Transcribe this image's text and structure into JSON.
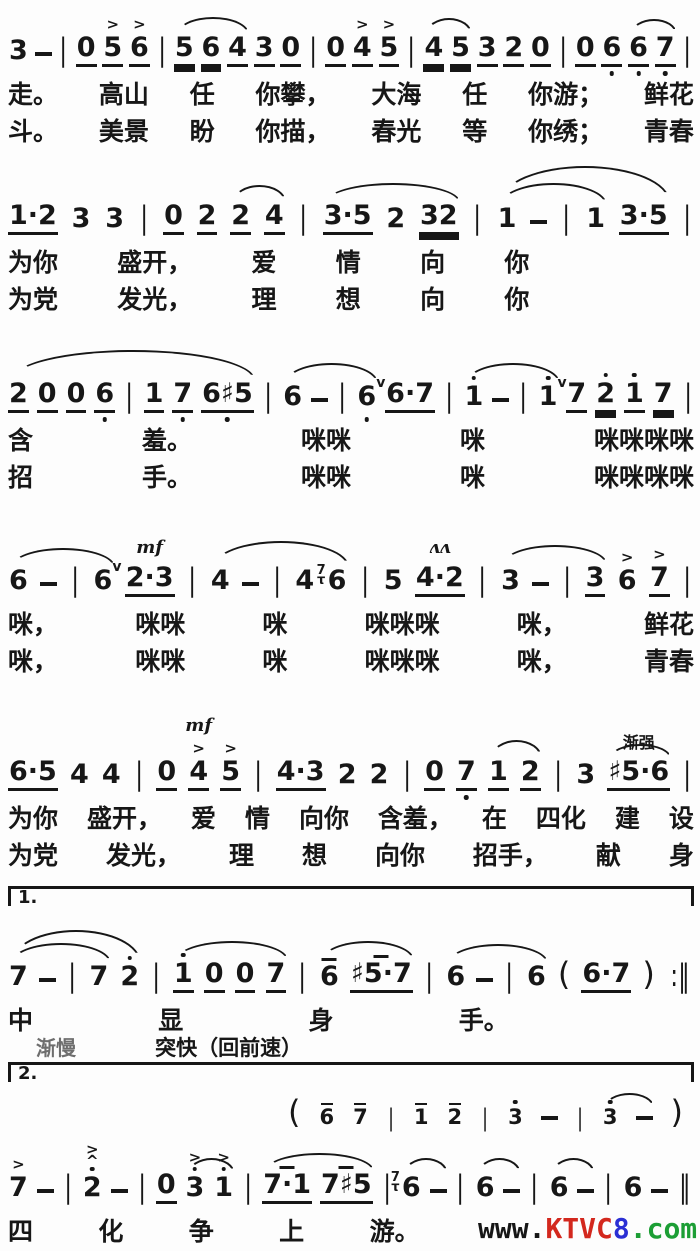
{
  "page": {
    "paper": "#fdfdfd",
    "ink": "#171717"
  },
  "tempo": {
    "slow": "渐慢",
    "fast": "突快（回前速）"
  },
  "watermark": {
    "parts": [
      {
        "text": "www.",
        "color": "#161616"
      },
      {
        "text": "KTVC",
        "color": "#d3281e"
      },
      {
        "text": "8",
        "color": "#2b2fd4"
      },
      {
        "text": ".com",
        "color": "#1c9e35"
      }
    ]
  },
  "systems": [
    {
      "notes": [
        {
          "t": "3"
        },
        {
          "t": "-"
        },
        {
          "t": "|"
        },
        {
          "t": "0",
          "u": 1
        },
        {
          "t": "5",
          "u": 1,
          "acc": 1
        },
        {
          "t": "6",
          "u": 1,
          "acc": 1
        },
        {
          "t": "|"
        },
        {
          "t": "5",
          "u": 2
        },
        {
          "t": "6",
          "u": 2
        },
        {
          "t": "4",
          "u": 1
        },
        {
          "t": "3",
          "u": 1
        },
        {
          "t": "0",
          "u": 1
        },
        {
          "t": "|"
        },
        {
          "t": "0",
          "u": 1
        },
        {
          "t": "4",
          "u": 1,
          "acc": 1
        },
        {
          "t": "5",
          "u": 1,
          "acc": 1
        },
        {
          "t": "|"
        },
        {
          "t": "4",
          "u": 2
        },
        {
          "t": "5",
          "u": 2
        },
        {
          "t": "3",
          "u": 1
        },
        {
          "t": "2",
          "u": 1
        },
        {
          "t": "0",
          "u": 1
        },
        {
          "t": "|"
        },
        {
          "t": "0",
          "u": 1
        },
        {
          "t": "6",
          "u": 1,
          "db": 1
        },
        {
          "t": "6",
          "u": 1,
          "db": 1
        },
        {
          "t": "7",
          "u": 1,
          "db": 1
        },
        {
          "t": "|"
        }
      ],
      "slurs": [
        {
          "s": 7,
          "e": 9,
          "h": 13
        },
        {
          "s": 17,
          "e": 18,
          "h": 12
        },
        {
          "s": 25,
          "e": 26,
          "h": 11
        }
      ],
      "lyrics": [
        [
          "走。",
          "高山",
          "任",
          "你攀，",
          "大海",
          "任",
          "你游；",
          "鲜花"
        ],
        [
          "斗。",
          "美景",
          "盼",
          "你描，",
          "春光",
          "等",
          "你绣；",
          "青春"
        ]
      ]
    },
    {
      "notes": [
        {
          "t": "1·2",
          "u": 1
        },
        {
          "t": "3"
        },
        {
          "t": "3"
        },
        {
          "t": "|"
        },
        {
          "t": "0",
          "u": 1
        },
        {
          "t": "2",
          "u": 1
        },
        {
          "t": "2",
          "u": 1
        },
        {
          "t": "4",
          "u": 1
        },
        {
          "t": "|"
        },
        {
          "t": "3·5",
          "u": 1
        },
        {
          "t": "2"
        },
        {
          "t": "32",
          "u": 2
        },
        {
          "t": "|"
        },
        {
          "t": "1"
        },
        {
          "t": "-"
        },
        {
          "t": "|"
        },
        {
          "t": "1"
        },
        {
          "t": "3·5",
          "u": 1
        },
        {
          "t": "|"
        }
      ],
      "slurs": [
        {
          "s": 6,
          "e": 7,
          "h": 13
        },
        {
          "s": 9,
          "e": 11,
          "h": 15
        },
        {
          "s": 13,
          "e": 16,
          "h": 18
        },
        {
          "s": 13,
          "e": 17,
          "h": 32
        }
      ],
      "lyrics": [
        [
          "为你",
          "盛开，",
          "爱",
          "情",
          "向",
          "你"
        ],
        [
          "为党",
          "发光，",
          "理",
          "想",
          "向",
          "你"
        ]
      ]
    },
    {
      "notes": [
        {
          "t": "2",
          "u": 1
        },
        {
          "t": "0",
          "u": 1
        },
        {
          "t": "0",
          "u": 1
        },
        {
          "t": "6",
          "u": 1,
          "db": 1
        },
        {
          "t": "|"
        },
        {
          "t": "1",
          "u": 1
        },
        {
          "t": "7",
          "u": 1,
          "db": 1
        },
        {
          "t": "6♯5",
          "u": 1,
          "db": 1
        },
        {
          "t": "|"
        },
        {
          "t": "6"
        },
        {
          "t": "-"
        },
        {
          "t": "|"
        },
        {
          "t": "6",
          "db": 1,
          "br": 1
        },
        {
          "t": "6·7",
          "u": 1
        },
        {
          "t": "|"
        },
        {
          "t": "1",
          "da": 1
        },
        {
          "t": "-"
        },
        {
          "t": "|"
        },
        {
          "t": "1",
          "da": 1,
          "br": 1
        },
        {
          "t": "7",
          "u": 1
        },
        {
          "t": "2",
          "da": 1,
          "u": 2
        },
        {
          "t": "1",
          "da": 1,
          "u": 1
        },
        {
          "t": "7",
          "u": 2
        },
        {
          "t": "|"
        }
      ],
      "slurs": [
        {
          "s": 0,
          "e": 7,
          "h": 26
        },
        {
          "s": 9,
          "e": 12,
          "h": 16
        },
        {
          "s": 15,
          "e": 18,
          "h": 16
        }
      ],
      "lyrics": [
        [
          "含",
          "羞。",
          "咪咪",
          "咪",
          "咪咪咪咪"
        ],
        [
          "招",
          "手。",
          "咪咪",
          "咪",
          "咪咪咪咪"
        ]
      ]
    },
    {
      "notes": [
        {
          "t": "6"
        },
        {
          "t": "-"
        },
        {
          "t": "|"
        },
        {
          "t": "6",
          "br": 1
        },
        {
          "t": "2·3",
          "u": 1,
          "mark": "mf"
        },
        {
          "t": "|"
        },
        {
          "t": "4"
        },
        {
          "t": "-"
        },
        {
          "t": "|"
        },
        {
          "t": "4"
        },
        {
          "t": "6",
          "sup": "7τ"
        },
        {
          "t": "|"
        },
        {
          "t": "5"
        },
        {
          "t": "4·2",
          "u": 1,
          "mark": "ʌʌ"
        },
        {
          "t": "|"
        },
        {
          "t": "3"
        },
        {
          "t": "-"
        },
        {
          "t": "|"
        },
        {
          "t": "3",
          "u": 1
        },
        {
          "t": "6",
          "acc": 1
        },
        {
          "t": "7",
          "u": 1,
          "acc": 1
        },
        {
          "t": "|"
        }
      ],
      "slurs": [
        {
          "s": 0,
          "e": 3,
          "h": 15
        },
        {
          "s": 6,
          "e": 10,
          "h": 22
        },
        {
          "s": 15,
          "e": 18,
          "h": 15
        }
      ],
      "lyrics": [
        [
          "咪，",
          "咪咪",
          "咪",
          "咪咪咪",
          "咪，",
          "鲜花"
        ],
        [
          "咪，",
          "咪咪",
          "咪",
          "咪咪咪",
          "咪，",
          "青春"
        ]
      ]
    },
    {
      "notes": [
        {
          "t": "6·5",
          "u": 1
        },
        {
          "t": "4"
        },
        {
          "t": "4"
        },
        {
          "t": "|"
        },
        {
          "t": "0",
          "u": 1
        },
        {
          "t": "4",
          "u": 1,
          "acc": 1,
          "mark": "mf"
        },
        {
          "t": "5",
          "u": 1,
          "acc": 1
        },
        {
          "t": "|"
        },
        {
          "t": "4·3",
          "u": 1
        },
        {
          "t": "2"
        },
        {
          "t": "2"
        },
        {
          "t": "|"
        },
        {
          "t": "0",
          "u": 1
        },
        {
          "t": "7",
          "u": 1,
          "db": 1
        },
        {
          "t": "1",
          "u": 1
        },
        {
          "t": "2",
          "u": 1
        },
        {
          "t": "|"
        },
        {
          "t": "3"
        },
        {
          "t": "♯5·6",
          "u": 1,
          "mark": "渐强"
        },
        {
          "t": "|"
        }
      ],
      "slurs": [
        {
          "s": 14,
          "e": 15,
          "h": 14
        },
        {
          "s": 18,
          "e": 18,
          "h": 10
        }
      ],
      "lyrics": [
        [
          "为你",
          "盛开，",
          "爱",
          "情",
          "向你",
          "含羞，",
          "在",
          "四化",
          "建",
          "设"
        ],
        [
          "为党",
          "发光，",
          "理",
          "想",
          "向你",
          "招手，",
          "献",
          "身"
        ]
      ]
    },
    {
      "volta": "1.",
      "notes": [
        {
          "t": "7"
        },
        {
          "t": "-"
        },
        {
          "t": "|"
        },
        {
          "t": "7"
        },
        {
          "t": "2",
          "da": 1
        },
        {
          "t": "|"
        },
        {
          "t": "1",
          "da": 1,
          "u": 1
        },
        {
          "t": "0",
          "u": 1
        },
        {
          "t": "0",
          "u": 1
        },
        {
          "t": "7",
          "u": 1
        },
        {
          "t": "|"
        },
        {
          "t": "6",
          "ovl": 1
        },
        {
          "t": "♯5·7",
          "u": 1,
          "ovl": 1
        },
        {
          "t": "|"
        },
        {
          "t": "6"
        },
        {
          "t": "-"
        },
        {
          "t": "|"
        },
        {
          "t": "6"
        },
        {
          "t": "("
        },
        {
          "t": "6·7",
          "u": 1
        },
        {
          "t": ")"
        },
        {
          "t": ":‖"
        }
      ],
      "slurs": [
        {
          "s": 0,
          "e": 3,
          "h": 16
        },
        {
          "s": 0,
          "e": 4,
          "h": 29
        },
        {
          "s": 6,
          "e": 9,
          "h": 15
        },
        {
          "s": 11,
          "e": 12,
          "h": 15
        },
        {
          "s": 14,
          "e": 17,
          "h": 15
        }
      ],
      "lyrics": [
        [
          "中",
          "显",
          "身",
          "手。"
        ]
      ]
    },
    {
      "volta": "2.",
      "cue": {
        "notes": [
          {
            "t": "("
          },
          {
            "t": "6",
            "ovl": 1
          },
          {
            "t": "7",
            "ovl": 1
          },
          {
            "t": "|"
          },
          {
            "t": "1",
            "ovl": 1
          },
          {
            "t": "2",
            "ovl": 1
          },
          {
            "t": "|"
          },
          {
            "t": "3",
            "da": 1
          },
          {
            "t": "-"
          },
          {
            "t": "|"
          },
          {
            "t": "3",
            "da": 1
          },
          {
            "t": "-"
          },
          {
            "t": ")"
          }
        ],
        "slurs": [
          {
            "s": 10,
            "e": 11,
            "h": 10
          }
        ]
      },
      "notes": [
        {
          "t": "7",
          "acc": 1
        },
        {
          "t": "-"
        },
        {
          "t": "|"
        },
        {
          "t": "2",
          "da": 1,
          "acc": 1,
          "caret": 1
        },
        {
          "t": "-"
        },
        {
          "t": "|"
        },
        {
          "t": "0",
          "u": 1
        },
        {
          "t": "3",
          "da": 1,
          "acc": 1
        },
        {
          "t": "1",
          "da": 1,
          "acc": 1
        },
        {
          "t": "|"
        },
        {
          "t": "7·1",
          "u": 1,
          "ovl": 1
        },
        {
          "t": "7♯5",
          "u": 1,
          "ovl": 1
        },
        {
          "t": "|"
        },
        {
          "t": "6",
          "sup": "7τ"
        },
        {
          "t": "-"
        },
        {
          "t": "|"
        },
        {
          "t": "6"
        },
        {
          "t": "-"
        },
        {
          "t": "|"
        },
        {
          "t": "6"
        },
        {
          "t": "-"
        },
        {
          "t": "|"
        },
        {
          "t": "6"
        },
        {
          "t": "-"
        },
        {
          "t": "‖"
        }
      ],
      "slurs": [
        {
          "s": 7,
          "e": 8,
          "h": 12
        },
        {
          "s": 10,
          "e": 11,
          "h": 14
        },
        {
          "s": 13,
          "e": 14,
          "h": 12
        },
        {
          "s": 16,
          "e": 17,
          "h": 12
        },
        {
          "s": 19,
          "e": 20,
          "h": 12
        }
      ],
      "lyrics": [
        [
          "四",
          "化",
          "争",
          "上",
          "游。"
        ]
      ]
    }
  ]
}
